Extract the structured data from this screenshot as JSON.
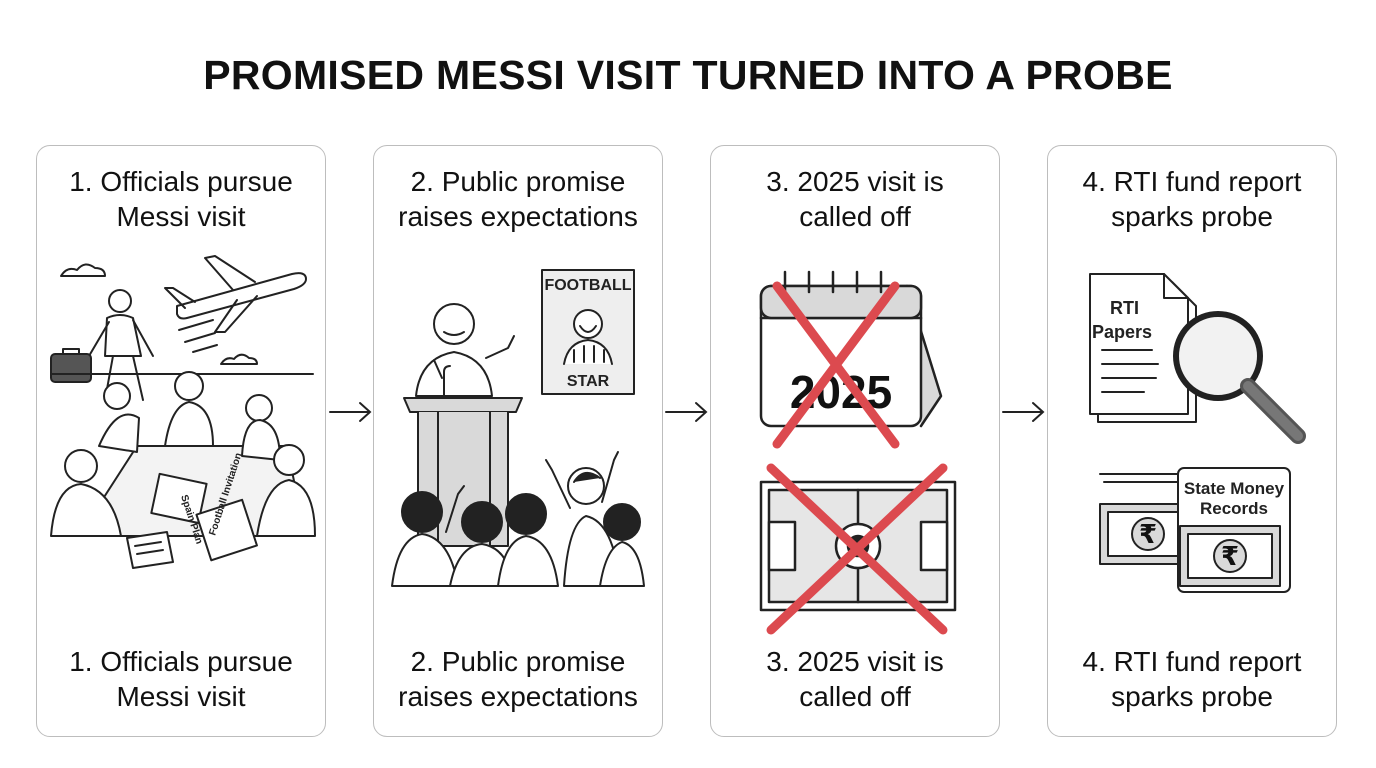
{
  "title": "PROMISED MESSI VISIT TURNED INTO A PROBE",
  "steps": [
    {
      "line1": "1. Officials pursue",
      "line2": "Messi visit",
      "papers": [
        "Spain Plan",
        "Football Invitation"
      ]
    },
    {
      "line1": "2. Public promise",
      "line2": "raises expectations",
      "poster_top": "FOOTBALL",
      "poster_bottom": "STAR"
    },
    {
      "line1": "3. 2025 visit is",
      "line2": "called off",
      "calendar_year": "2025"
    },
    {
      "line1": "4. RTI fund report",
      "line2": "sparks probe",
      "doc_line1": "RTI",
      "doc_line2": "Papers",
      "records_line1": "State Money",
      "records_line2": "Records",
      "currency_symbol": "₹"
    }
  ],
  "colors": {
    "cross": "#dc4a4f",
    "stroke": "#222222",
    "panel_border": "#bdbdbd"
  }
}
